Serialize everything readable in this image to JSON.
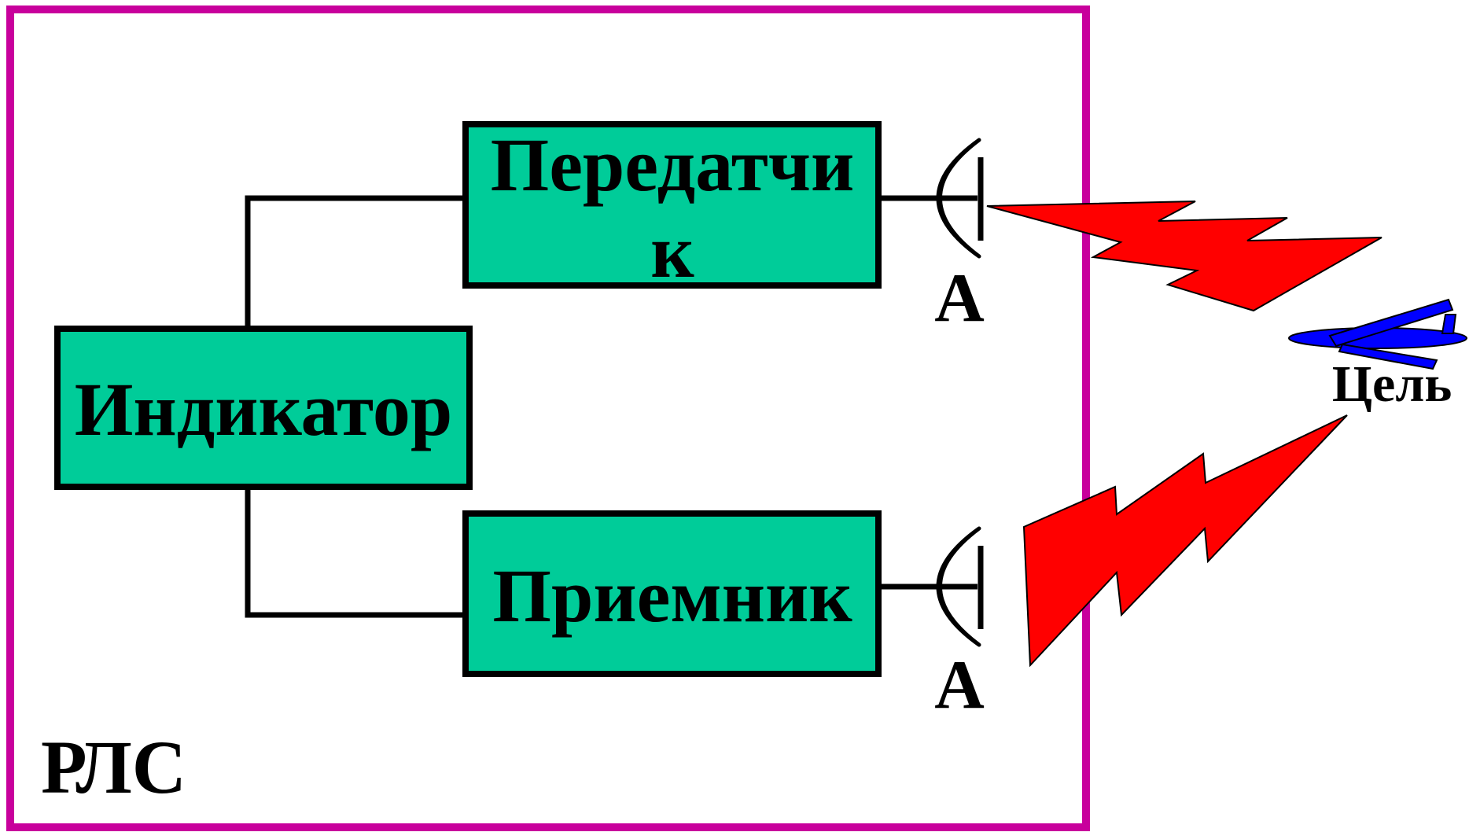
{
  "blocks": {
    "transmitter": {
      "label_line1": "Передатчи",
      "label_line2": "к"
    },
    "indicator": {
      "label": "Индикатор"
    },
    "receiver": {
      "label": "Приемник"
    }
  },
  "antennas": {
    "transmit_label": "А",
    "receive_label": "А"
  },
  "target": {
    "label": "Цель"
  },
  "system": {
    "label": "РЛС"
  },
  "colors": {
    "frame": "#c8009c",
    "block_fill": "#00cc99",
    "signal": "#ff0000",
    "target": "#0000ff",
    "stroke": "#000000"
  }
}
